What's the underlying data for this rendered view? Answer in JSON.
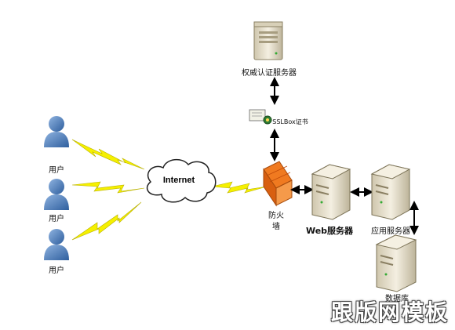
{
  "nodes": {
    "auth_server": "权威认证服务器",
    "ssl_cert": "SSLBox证书",
    "user1": "用户",
    "user2": "用户",
    "user3": "用户",
    "internet": "Internet",
    "firewall_line1": "防火",
    "firewall_line2": "墙",
    "web_server": "Web服务器",
    "app_server": "应用服务器",
    "database": "数据库"
  },
  "watermark": "跟版网模板",
  "colors": {
    "lightning": "#f5f000",
    "user": "#4a7fc1",
    "server_body": "#e9e2cf",
    "firewall": "#f07a20"
  }
}
